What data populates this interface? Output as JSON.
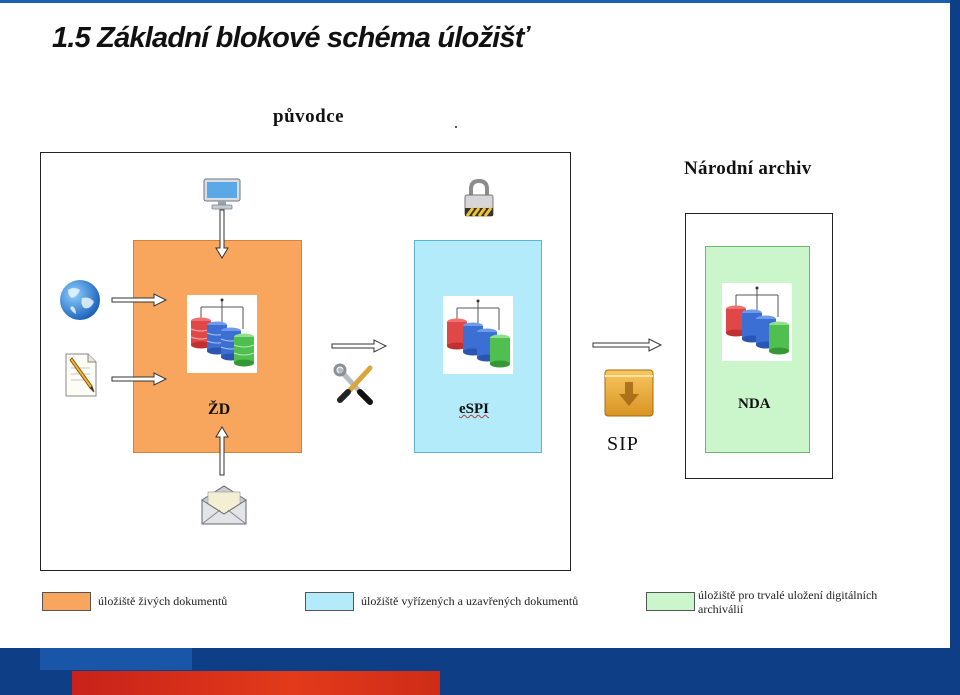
{
  "title": "1.5 Základní blokové schéma úložišť",
  "labels": {
    "originator": "původce",
    "national_archive": "Národní archiv",
    "zd": "ŽD",
    "espi": "eSPI",
    "nda": "NDA",
    "sip": "SIP"
  },
  "legend": [
    {
      "text": "úložiště živých dokumentů",
      "color": "#f8a55e"
    },
    {
      "text": "úložiště vyřízených a uzavřených dokumentů",
      "color": "#b3ebfb"
    },
    {
      "text_line1": "úložiště pro trvalé uložení digitálních",
      "text_line2": "archiválií",
      "color": "#cbf5cb"
    }
  ],
  "colors": {
    "frame_blue": "#0e3f86",
    "accent_red": "#d42a1a",
    "db_red": "#e04848",
    "db_blue": "#3b6fd4",
    "db_green": "#4fbf4f"
  },
  "icons": [
    "monitor-icon",
    "globe-icon",
    "document-pencil-icon",
    "envelope-icon",
    "padlock-icon",
    "tools-icon",
    "package-icon",
    "database-cluster-icon"
  ]
}
